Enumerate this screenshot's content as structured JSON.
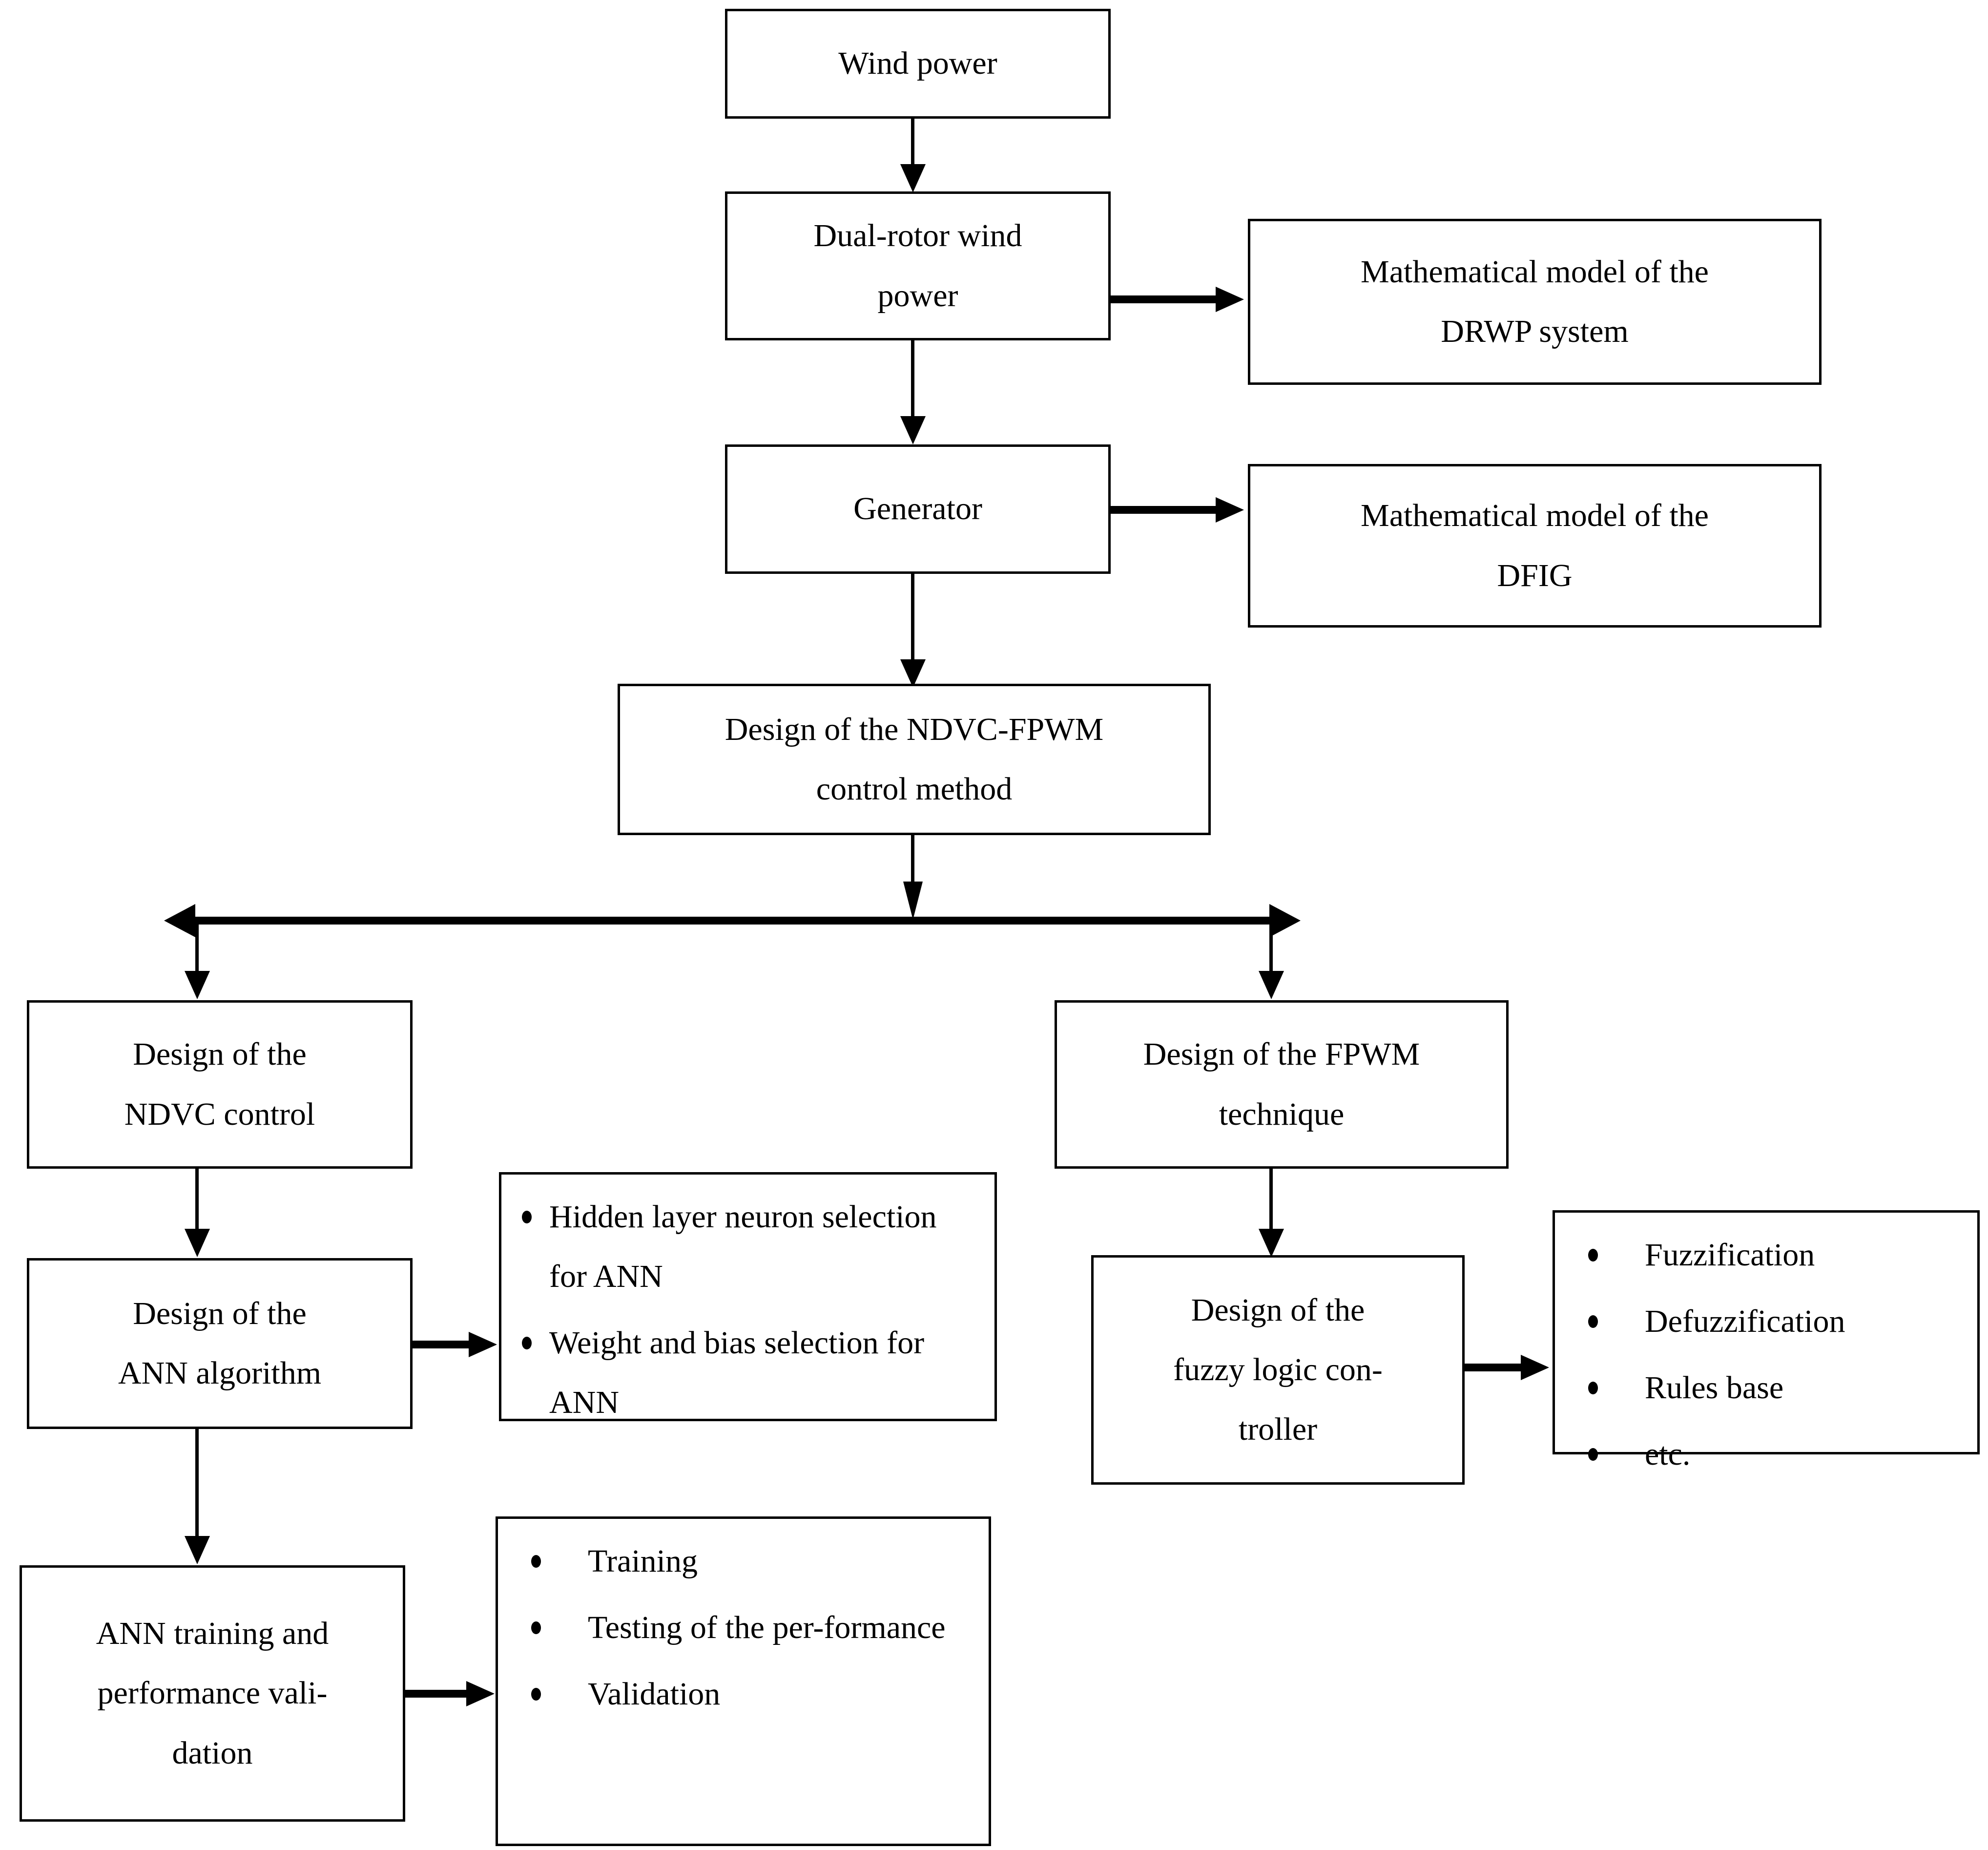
{
  "diagram": {
    "title": "Design flowchart of the NDVC-FPWM control method for a dual-rotor wind power system",
    "type": "flowchart",
    "background_color": "#ffffff",
    "line_color": "#000000",
    "text_color": "#000000"
  },
  "nodes": {
    "wind_power": {
      "label": "Wind power"
    },
    "drwp": {
      "line1": "Dual-rotor wind",
      "line2": "power"
    },
    "model_drwp": {
      "line1": "Mathematical model of the",
      "line2": "DRWP system"
    },
    "generator": {
      "label": "Generator"
    },
    "model_dfig": {
      "line1": "Mathematical model of the",
      "line2": "DFIG"
    },
    "ndvc_fpwm": {
      "line1": "Design of the NDVC-FPWM",
      "line2": "control method"
    },
    "ndvc_control": {
      "line1": "Design of the",
      "line2": "NDVC control"
    },
    "ann_algorithm": {
      "line1": "Design of the",
      "line2": "ANN algorithm"
    },
    "ann_details": {
      "items": [
        "Hidden layer neuron selection for ANN",
        "Weight and bias selection for ANN"
      ]
    },
    "ann_training": {
      "line1": "ANN training and",
      "line2": "performance vali-",
      "line3": "dation"
    },
    "ann_training_details": {
      "items": [
        "Training",
        "Testing of the per-formance",
        "Validation"
      ]
    },
    "fpwm_technique": {
      "line1": "Design of the FPWM",
      "line2": "technique"
    },
    "fuzzy_controller": {
      "line1": "Design of the",
      "line2": "fuzzy logic con-",
      "line3": "troller"
    },
    "fuzzy_details": {
      "items": [
        "Fuzzification",
        "Defuzzification",
        "Rules base",
        "etc."
      ]
    }
  }
}
